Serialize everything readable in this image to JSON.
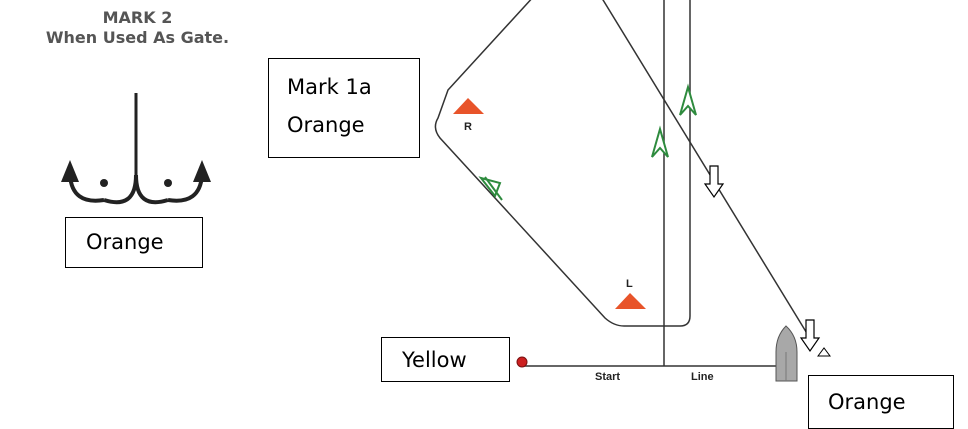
{
  "mark2": {
    "title_line1": "MARK 2",
    "title_line2": "When Used As Gate."
  },
  "boxes": {
    "mark2_color": "Orange",
    "mark1a_line1": "Mark 1a",
    "mark1a_line2": "Orange",
    "yellow": "Yellow",
    "finish_orange": "Orange"
  },
  "course": {
    "rounding_right": "R",
    "rounding_left": "L",
    "start_word": "Start",
    "line_word": "Line"
  },
  "colors": {
    "mark_orange": "#e8542a",
    "leg_arrow_green": "#2e8b3e",
    "pin_red": "#cc2020",
    "boat_gray": "#a8a8a8",
    "title_gray": "#555555"
  }
}
